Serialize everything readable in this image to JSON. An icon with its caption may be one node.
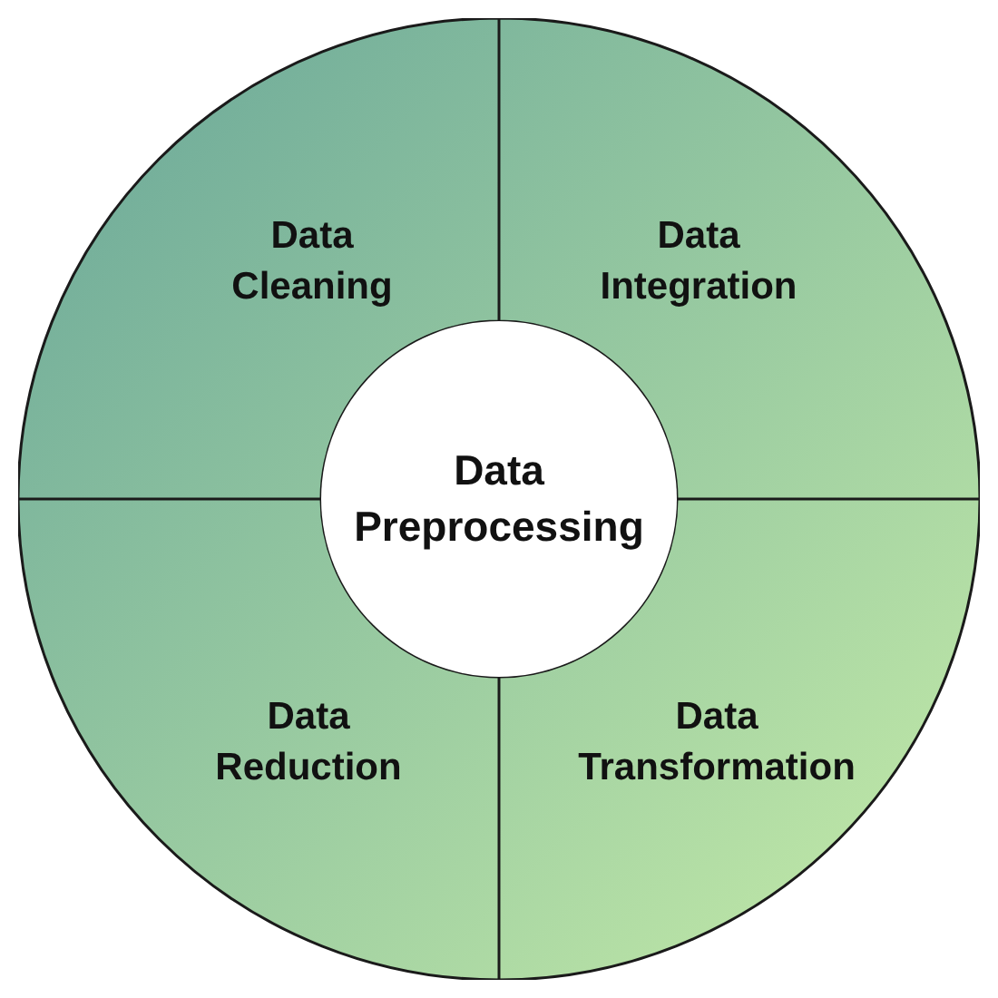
{
  "diagram": {
    "nodes": [
      {
        "text": [
          "Data Cleaning"
        ]
      },
      {
        "text": [
          "Data Integration"
        ]
      },
      {
        "text": [
          "Data Preprocessing"
        ]
      },
      {
        "text": [
          "Data Reduction"
        ]
      },
      {
        "text": [
          "Data Transformation"
        ]
      }
    ]
  }
}
